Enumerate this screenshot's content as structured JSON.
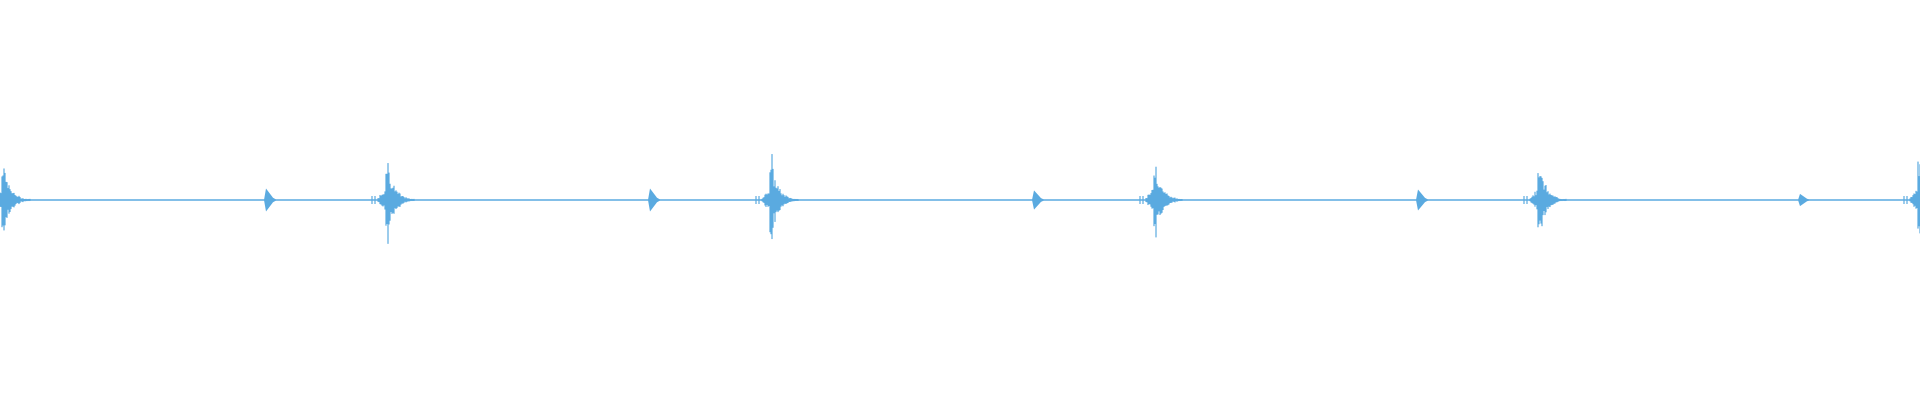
{
  "waveform": {
    "color": "#5aaae0",
    "bursts": [
      {
        "kind": "strong",
        "amplitude": 0.9,
        "sustain": 0.5
      },
      {
        "kind": "weak",
        "amplitude": 0.26,
        "sustain": 0.0
      },
      {
        "kind": "strong",
        "amplitude": 1.0,
        "sustain": 0.45
      },
      {
        "kind": "weak",
        "amplitude": 0.26,
        "sustain": 0.0
      },
      {
        "kind": "strong",
        "amplitude": 0.97,
        "sustain": 0.45
      },
      {
        "kind": "weak",
        "amplitude": 0.22,
        "sustain": 0.0
      },
      {
        "kind": "strong",
        "amplitude": 0.95,
        "sustain": 0.45
      },
      {
        "kind": "weak",
        "amplitude": 0.24,
        "sustain": 0.0
      },
      {
        "kind": "strong",
        "amplitude": 0.92,
        "sustain": 0.45
      },
      {
        "kind": "weak",
        "amplitude": 0.14,
        "sustain": 0.0
      },
      {
        "kind": "strong",
        "amplitude": 0.88,
        "sustain": 0.4
      }
    ]
  }
}
